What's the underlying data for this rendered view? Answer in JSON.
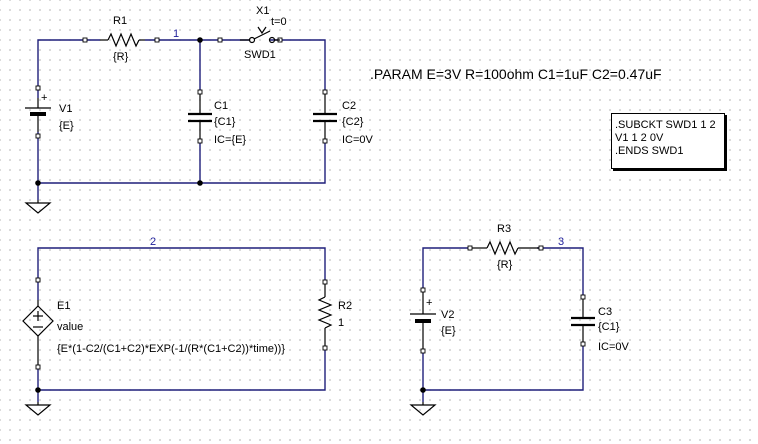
{
  "params": ".PARAM  E=3V  R=100ohm  C1=1uF  C2=0.47uF",
  "subckt": [
    ".SUBCKT SWD1 1 2",
    "V1 1 2 0V",
    ".ENDS SWD1"
  ],
  "nets": {
    "n1": "1",
    "n2": "2",
    "n3": "3"
  },
  "r1": {
    "ref": "R1",
    "value": "{R}"
  },
  "x1": {
    "ref": "X1",
    "time": "t=0",
    "model": "SWD1"
  },
  "v1": {
    "ref": "V1",
    "value": "{E}",
    "plus": "+"
  },
  "c1": {
    "ref": "C1",
    "value": "{C1}",
    "ic": "IC={E}"
  },
  "c2": {
    "ref": "C2",
    "value": "{C2}",
    "ic": "IC=0V"
  },
  "e1": {
    "ref": "E1",
    "type": "value",
    "expr": "{E*(1-C2/(C1+C2)*EXP(-1/(R*(C1+C2))*time))}"
  },
  "r2": {
    "ref": "R2",
    "value": "1"
  },
  "r3": {
    "ref": "R3",
    "value": "{R}"
  },
  "v2": {
    "ref": "V2",
    "value": "{E}",
    "plus": "+"
  },
  "c3": {
    "ref": "C3",
    "value": "{C1}",
    "ic": "IC=0V"
  },
  "colors": {
    "wire": "#1f1f7a",
    "net_label": "#1f1f9a",
    "component": "#000000"
  }
}
